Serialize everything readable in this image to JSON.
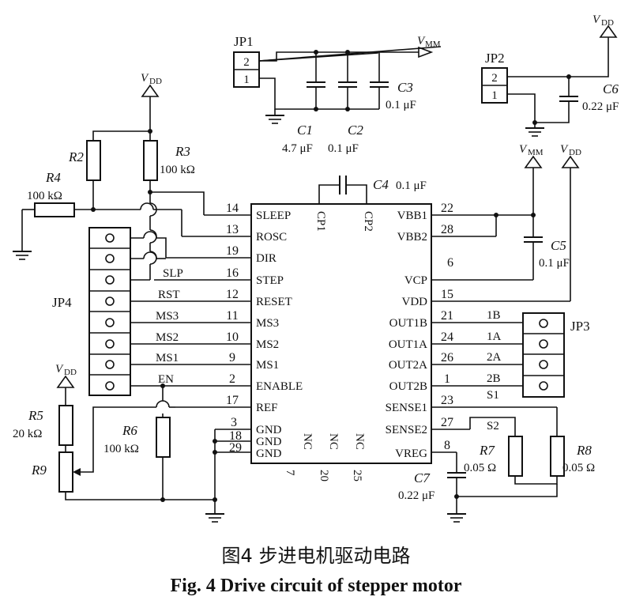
{
  "chip": {
    "left_pins": [
      {
        "num": "14",
        "name": "SLEEP"
      },
      {
        "num": "13",
        "name": "ROSC"
      },
      {
        "num": "19",
        "name": "DIR"
      },
      {
        "num": "16",
        "name": "STEP"
      },
      {
        "num": "12",
        "name": "RESET"
      },
      {
        "num": "11",
        "name": "MS3"
      },
      {
        "num": "10",
        "name": "MS2"
      },
      {
        "num": "9",
        "name": "MS1"
      },
      {
        "num": "2",
        "name": "ENABLE"
      },
      {
        "num": "17",
        "name": "REF"
      },
      {
        "num": "3",
        "name": "GND"
      },
      {
        "num": "18",
        "name": "GND"
      },
      {
        "num": "29",
        "name": "GND"
      }
    ],
    "right_pins": [
      {
        "num": "22",
        "name": "VBB1"
      },
      {
        "num": "28",
        "name": "VBB2"
      },
      {
        "num": "6",
        "name": ""
      },
      {
        "num": "",
        "name": "VCP"
      },
      {
        "num": "15",
        "name": "VDD"
      },
      {
        "num": "21",
        "name": "OUT1B"
      },
      {
        "num": "24",
        "name": "OUT1A"
      },
      {
        "num": "26",
        "name": "OUT2A"
      },
      {
        "num": "1",
        "name": "OUT2B"
      },
      {
        "num": "23",
        "name": "SENSE1"
      },
      {
        "num": "27",
        "name": "SENSE2"
      },
      {
        "num": "8",
        "name": "VREG"
      }
    ],
    "top_pins": [
      "CP1",
      "CP2"
    ],
    "nc_pins": [
      "NC",
      "NC",
      "NC"
    ],
    "bottom_pins": [
      "7",
      "20",
      "25"
    ]
  },
  "labels": {
    "vmm": "VMM",
    "vdd": "VDD",
    "jp1": "JP1",
    "jp2": "JP2",
    "jp3": "JP3",
    "jp4": "JP4",
    "c1": "C1",
    "c1_val": "4.7 μF",
    "c2": "C2",
    "c2_val": "0.1 μF",
    "c3": "C3",
    "c3_val": "0.1 μF",
    "c4": "C4",
    "c4_val": "0.1 μF",
    "c5": "C5",
    "c5_val": "0.1 μF",
    "c6": "C6",
    "c6_val": "0.22 μF",
    "c7": "C7",
    "c7_val": "0.22 μF",
    "r2": "R2",
    "r3": "R3",
    "r3_val": "100 kΩ",
    "r4": "R4",
    "r4_val": "100 kΩ",
    "r5": "R5",
    "r5_val": "20 kΩ",
    "r6": "R6",
    "r6_val": "100 kΩ",
    "r7": "R7",
    "r7_val": "0.05 Ω",
    "r8": "R8",
    "r8_val": "0.05 Ω",
    "r9": "R9",
    "slp": "SLP",
    "rst": "RST",
    "ms3": "MS3",
    "ms2": "MS2",
    "ms1": "MS1",
    "en": "EN",
    "out1b": "1B",
    "out1a": "1A",
    "out2a": "2A",
    "out2b": "2B",
    "s1": "S1",
    "s2": "S2",
    "jp_pin2": "2",
    "jp_pin1": "1"
  },
  "caption": {
    "cn": "图4  步进电机驱动电路",
    "en": "Fig. 4  Drive circuit of stepper motor"
  }
}
